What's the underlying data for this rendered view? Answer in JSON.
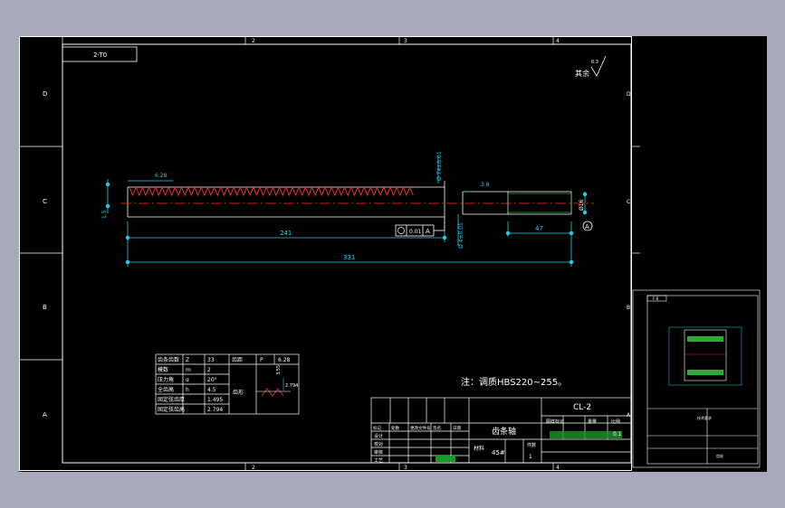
{
  "drawing": {
    "top_label": "2-T0",
    "roughness_note": "其余",
    "roughness_value": "6.3",
    "zone_numbers_top": [
      "2",
      "3",
      "4"
    ],
    "zone_numbers_bottom": [
      "2",
      "3",
      "4"
    ],
    "zone_letters_left": [
      "D",
      "C",
      "B",
      "A"
    ],
    "zone_letters_right": [
      "D",
      "C",
      "B",
      "A"
    ],
    "dims": {
      "tooth_pitch": "6.28",
      "height": "1.5",
      "len_241": "241",
      "len_331": "331",
      "len_47": "47",
      "tol_top": "Ø 74±0.01",
      "tol_bottom": "Ø 4±0.01",
      "right_small": "3.8",
      "right_dia": "Ø16",
      "datum": "A",
      "fcf_value": "0.01",
      "fcf_datum": "A"
    },
    "note": "注：调质HBS220~255。"
  },
  "param_table": {
    "rows": [
      [
        "齿条齿数",
        "Z",
        "33"
      ],
      [
        "模数",
        "m",
        "2"
      ],
      [
        "压力角",
        "α",
        "20°"
      ],
      [
        "全齿高",
        "h",
        "4.5"
      ],
      [
        "固定弦齿厚",
        "",
        "1.495"
      ],
      [
        "固定弦齿高",
        "",
        "2.794"
      ]
    ],
    "pitch_label": "齿距",
    "pitch_symbol": "P",
    "pitch_value": "6.28",
    "profile_label": "齿形",
    "profile_dim1": "3.55",
    "profile_dim2": "2.794"
  },
  "title_block": {
    "drawing_no": "CL-2",
    "part_name": "齿条轴",
    "material_label": "材料",
    "material": "45#",
    "count_label": "件数",
    "count": "1",
    "header_cells": [
      "图样标记",
      "重量",
      "比例"
    ],
    "scale": "0.1",
    "left_rows": [
      "标记",
      "处数",
      "更改文件号",
      "签名",
      "日期"
    ],
    "role_labels": [
      "设计",
      "校对",
      "审核",
      "工艺"
    ]
  },
  "thumbnail": {
    "label": "F-6",
    "caption": "齿轮",
    "note": "技术要求"
  }
}
